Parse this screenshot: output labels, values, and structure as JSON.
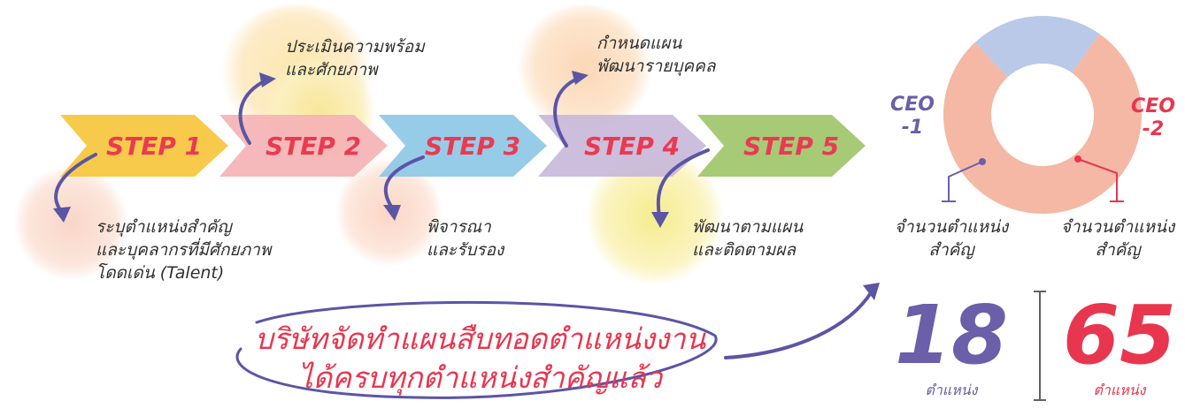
{
  "steps": [
    {
      "label": "STEP 1",
      "color": "#f7c53c"
    },
    {
      "label": "STEP 2",
      "color": "#f5b3b5"
    },
    {
      "label": "STEP 3",
      "color": "#8ec8e6"
    },
    {
      "label": "STEP 4",
      "color": "#c8b8d9"
    },
    {
      "label": "STEP 5",
      "color": "#9ec56a"
    }
  ],
  "descriptions": {
    "step1": [
      "ระบุตำแหน่งสำคัญ",
      "และบุคลากรที่มีศักยภาพ",
      "โดดเด่น (Talent)"
    ],
    "step2": [
      "ประเมินความพร้อม",
      "และศักยภาพ"
    ],
    "step3": [
      "พิจารณา",
      "และรับรอง"
    ],
    "step4": [
      "กำหนดแผน",
      "พัฒนารายบุคคล"
    ],
    "step5": [
      "พัฒนาตามแผน",
      "และติดตามผล"
    ]
  },
  "headline": [
    "บริษัทจัดทำแผนสืบทอดตำแหน่งงาน",
    "ได้ครบทุกตำแหน่งสำคัญแล้ว"
  ],
  "ceo_left": {
    "label": [
      "CEO",
      "-1"
    ],
    "caption": [
      "จำนวนตำแหน่ง",
      "สำคัญ"
    ],
    "value": "18",
    "unit": "ตำแหน่ง",
    "color": "#6a5fa8"
  },
  "ceo_right": {
    "label": [
      "CEO",
      "-2"
    ],
    "caption": [
      "จำนวนตำแหน่ง",
      "สำคัญ"
    ],
    "value": "65",
    "unit": "ตำแหน่ง",
    "color": "#e8364f"
  },
  "donut": [
    {
      "name": "CEO-1",
      "value": 18,
      "color": "#b4c3e6"
    },
    {
      "name": "CEO-2",
      "value": 65,
      "color": "#f3b09a"
    }
  ],
  "colors": {
    "arrow": "#5b55a6",
    "text": "#2f2f2f",
    "step_label": "#ea3a52"
  }
}
